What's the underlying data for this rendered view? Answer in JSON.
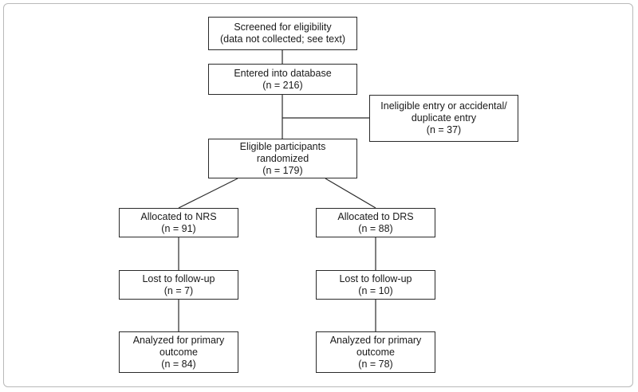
{
  "flowchart": {
    "screened": {
      "line1": "Screened for eligibility",
      "line2": "(data not collected; see text)"
    },
    "entered": {
      "line1": "Entered into database",
      "line2": "(n = 216)"
    },
    "ineligible": {
      "line1": "Ineligible entry or accidental/",
      "line2": "duplicate entry",
      "line3": "(n = 37)"
    },
    "randomized": {
      "line1": "Eligible participants",
      "line2": "randomized",
      "line3": "(n = 179)"
    },
    "nrs": {
      "allocated": {
        "line1": "Allocated to NRS",
        "line2": "(n = 91)"
      },
      "lost": {
        "line1": "Lost to follow-up",
        "line2": "(n = 7)"
      },
      "analyzed": {
        "line1": "Analyzed for primary",
        "line2": "outcome",
        "line3": "(n = 84)"
      }
    },
    "drs": {
      "allocated": {
        "line1": "Allocated to DRS",
        "line2": "(n = 88)"
      },
      "lost": {
        "line1": "Lost to follow-up",
        "line2": "(n = 10)"
      },
      "analyzed": {
        "line1": "Analyzed for primary",
        "line2": "outcome",
        "line3": "(n = 78)"
      }
    }
  }
}
